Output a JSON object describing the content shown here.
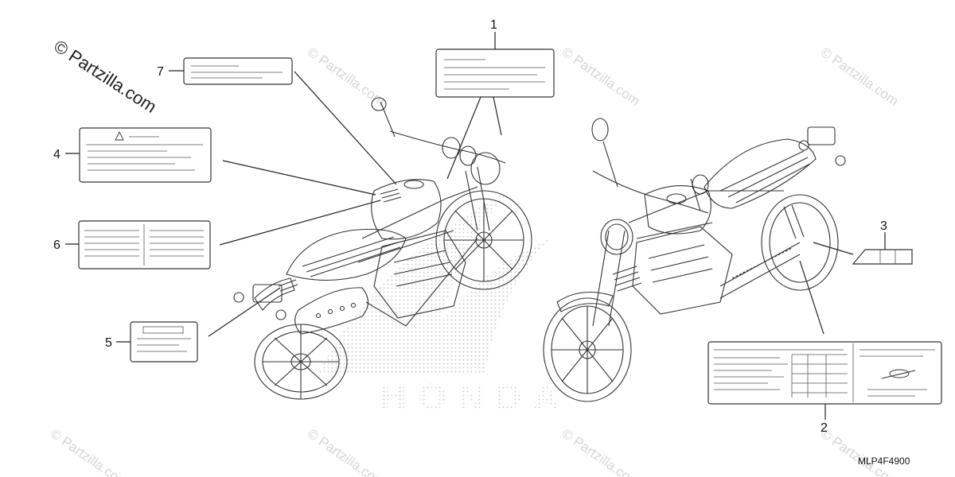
{
  "diagram": {
    "copyright": "© Partzilla.com",
    "watermark": "© Partzilla.com",
    "brand_background": "HONDA",
    "drawing_code": "MLP4F4900",
    "callouts": [
      "1",
      "2",
      "3",
      "4",
      "5",
      "6",
      "7"
    ]
  },
  "colors": {
    "line": "#222222",
    "watermark": "#d6d6d6",
    "background": "#ffffff"
  }
}
